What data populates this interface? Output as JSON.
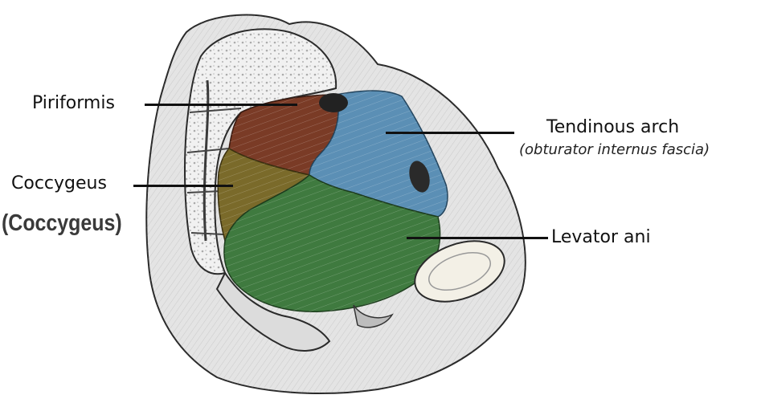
{
  "labels": {
    "piriformis": "Piriformis",
    "coccygeus": "Coccygeus",
    "coccygeus_emphasis": "(Coccygeus)",
    "tendinous_arch": "Tendinous arch",
    "tendinous_arch_note": "(obturator internus fascia)",
    "levator_ani": "Levator ani"
  },
  "colors": {
    "piriformis": "#7a3b26",
    "coccygeus": "#7a6a2a",
    "tendinous_arch": "#5b8fb5",
    "levator_ani": "#3f7a3f",
    "bone": "#d9d9d9",
    "outline": "#2a2a2a"
  }
}
